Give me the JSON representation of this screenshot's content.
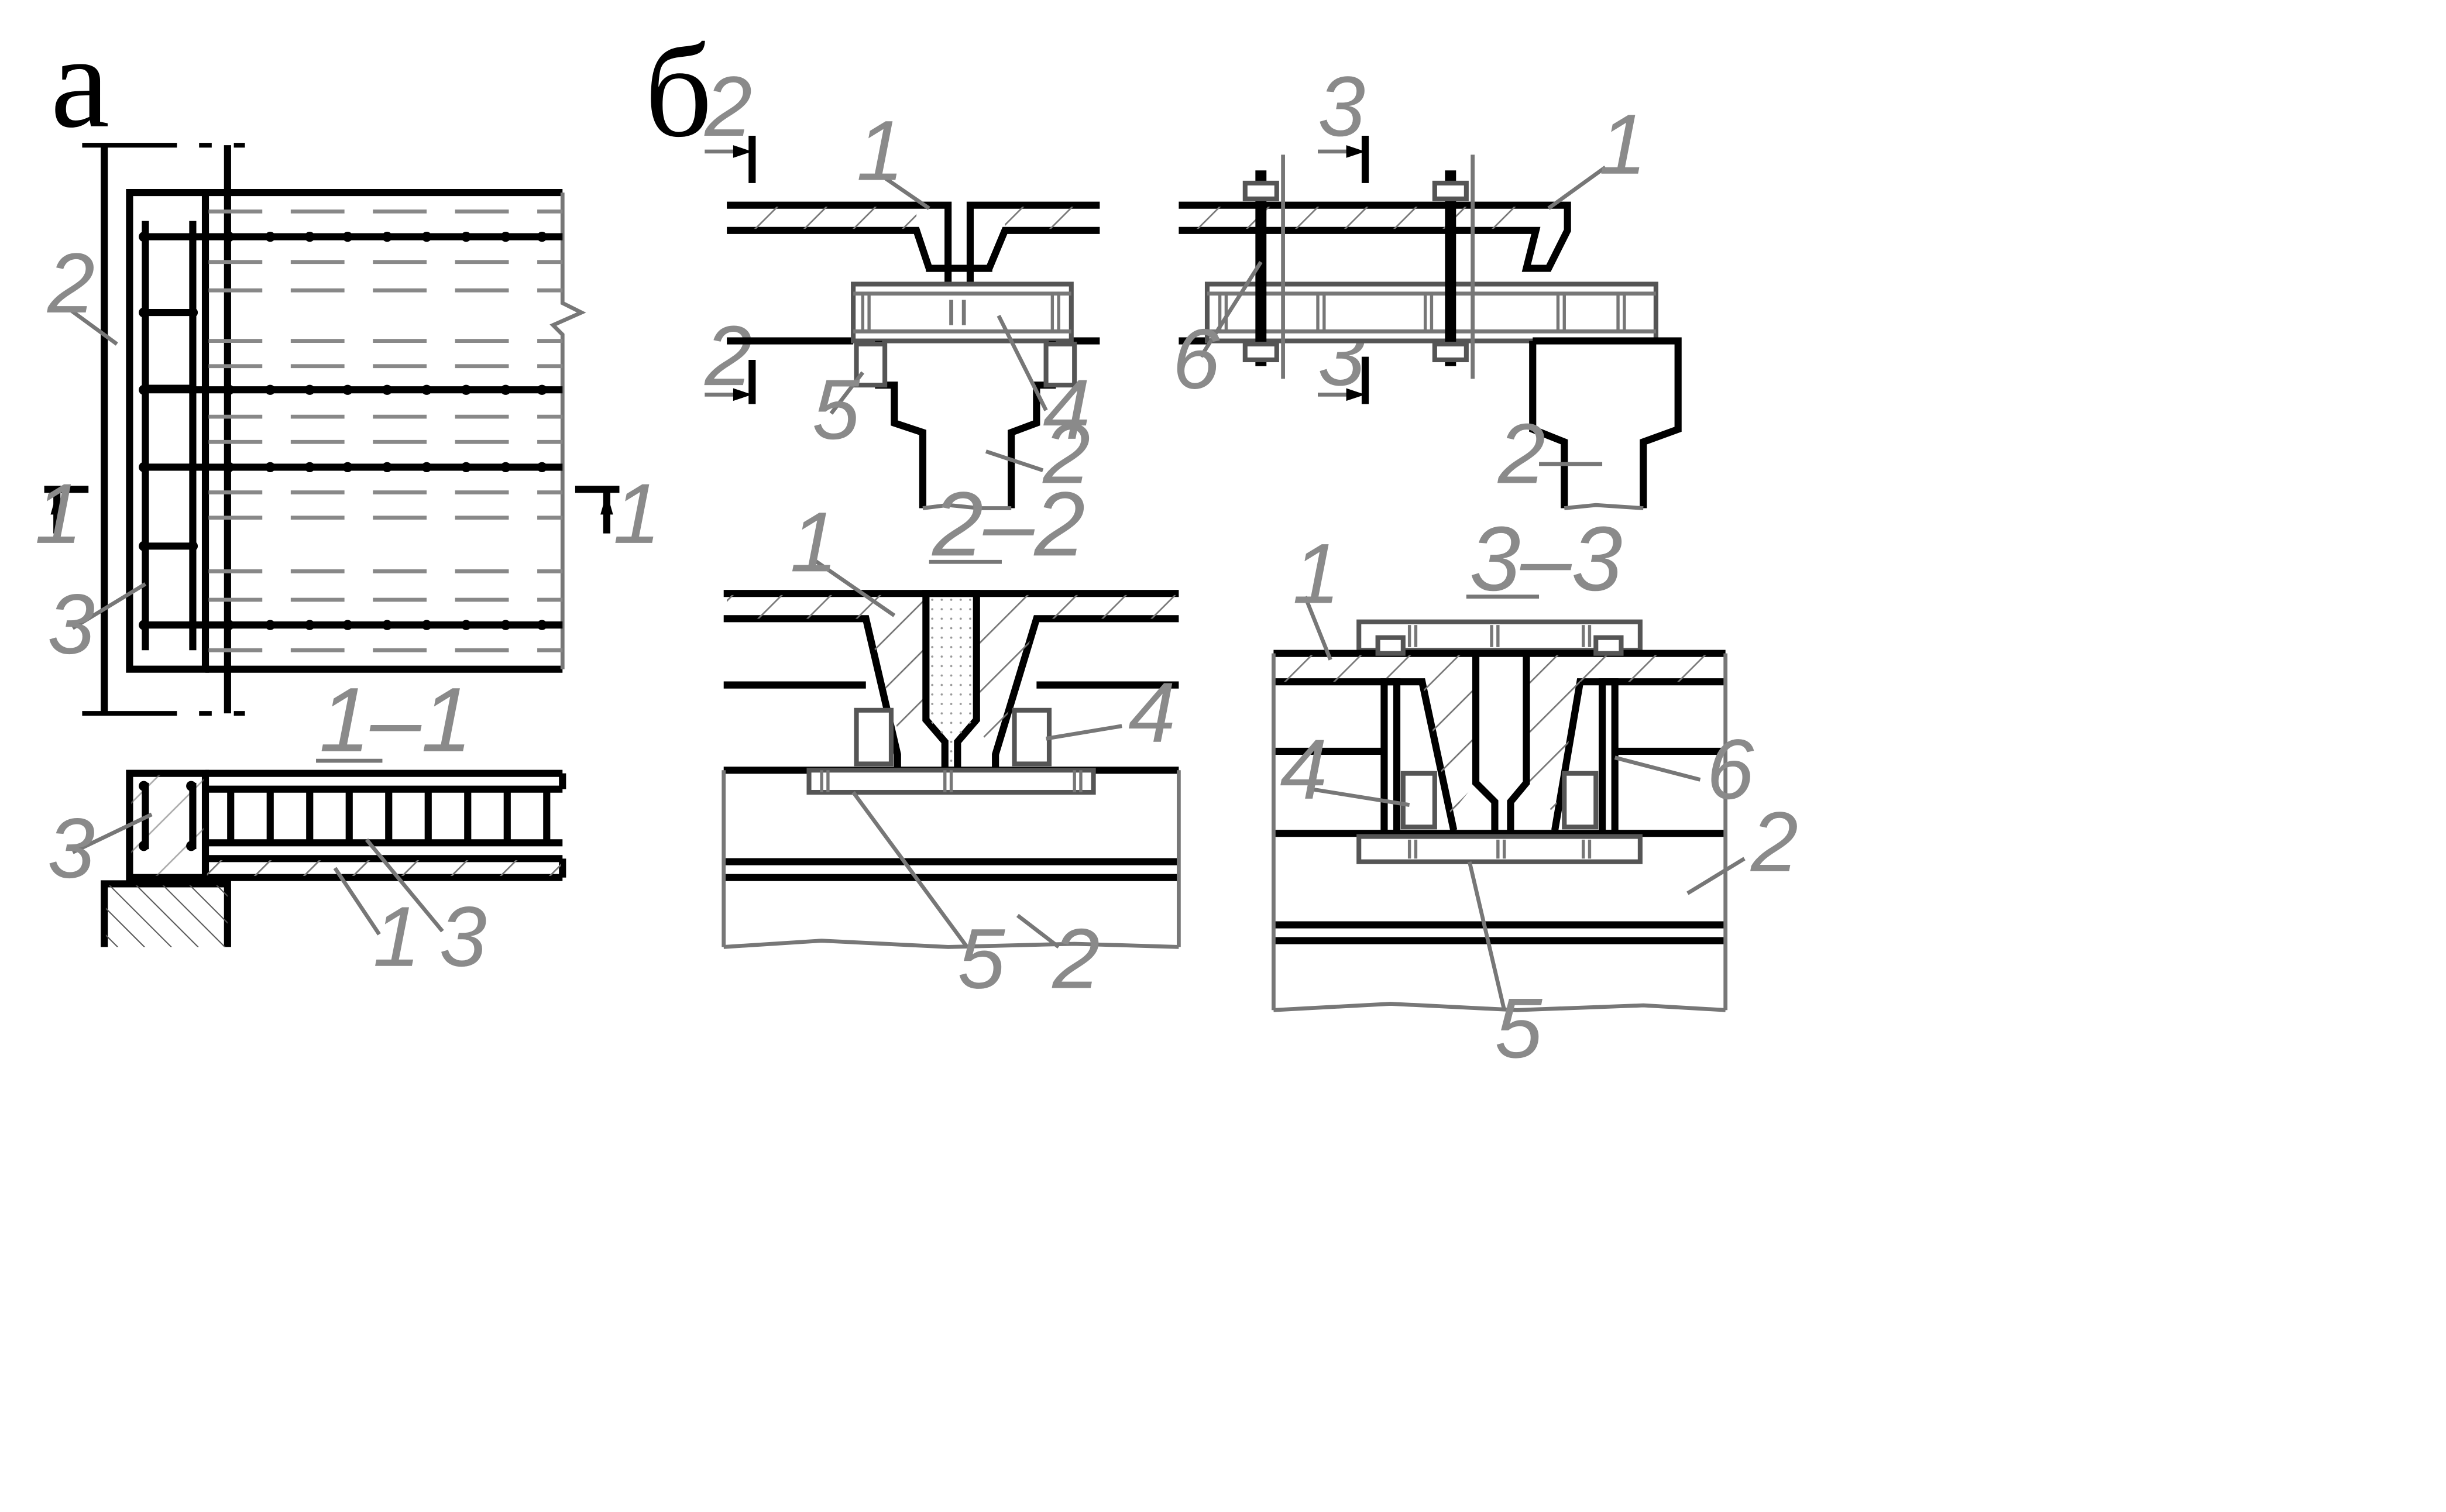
{
  "panels": {
    "a": "а",
    "b": "б"
  },
  "sections": {
    "s1": "1–1",
    "s2": "2–2",
    "s3": "3–3"
  },
  "section_marks": {
    "one": "1",
    "two": "2",
    "three": "3"
  },
  "callouts": {
    "a_left_2": "2",
    "a_left_3": "3",
    "a_s1_3_left": "3",
    "a_s1_1": "1",
    "a_s1_3_right": "3",
    "b_top_left_1": "1",
    "b_top_left_5": "5",
    "b_top_left_4": "4",
    "b_top_left_2": "2",
    "b_top_right_1": "1",
    "b_top_right_6": "6",
    "b_top_right_2": "2",
    "b_s2_1": "1",
    "b_s2_4": "4",
    "b_s2_5": "5",
    "b_s2_2": "2",
    "b_s3_1": "1",
    "b_s3_4": "4",
    "b_s3_6": "6",
    "b_s3_2": "2",
    "b_s3_5": "5"
  },
  "colors": {
    "line": "#000000",
    "annotation": "#8a8a8a",
    "background": "#ffffff"
  }
}
